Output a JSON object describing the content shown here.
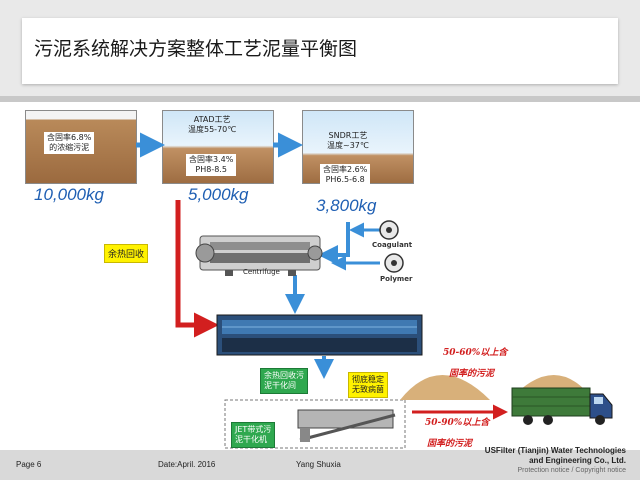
{
  "title": "污泥系统解决方案整体工艺泥量平衡图",
  "tank1": {
    "label_line1": "含固率6.8%",
    "label_line2": "的浓缩污泥",
    "mass": "10,000kg"
  },
  "tank2": {
    "top_line1": "ATAD工艺",
    "top_line2": "温度55-70℃",
    "bottom_line1": "含固率3.4%",
    "bottom_line2": "PH8-8.5",
    "mass": "5,000kg"
  },
  "tank3": {
    "top_line1": "SNDR工艺",
    "top_line2": "温度~37℃",
    "bottom_line1": "含固率2.6%",
    "bottom_line2": "PH6.5-6.8",
    "mass": "3,800kg"
  },
  "heat_recovery": "余热回收",
  "coagulant": "Coagulant",
  "polymer": "Polymer",
  "centrifuge": "Centrifuge",
  "green_box_1_line1": "余热回收污",
  "green_box_1_line2": "泥干化间",
  "yellow_box_line1": "彻底稳定",
  "yellow_box_line2": "无致病菌",
  "green_box_2_line1": "JET带式污",
  "green_box_2_line2": "泥干化机",
  "output1_line1": "50-60%以上含",
  "output1_line2": "固率的污泥",
  "output2_line1": "50-90%以上含",
  "output2_line2": "固率的污泥",
  "footer": {
    "page": "Page 6",
    "date": "Date:April. 2016",
    "author": "Yang Shuxia",
    "company_line1": "USFilter (Tianjin) Water Technologies",
    "company_line2": "and Engineering Co., Ltd.",
    "company_line3": "Protection notice / Copyright notice"
  },
  "colors": {
    "arrow_blue": "#3a8fd8",
    "arrow_red": "#d21f1f",
    "mass_blue": "#1f5fb3",
    "highlight_yellow": "#fff200",
    "green": "#2fa84f"
  }
}
